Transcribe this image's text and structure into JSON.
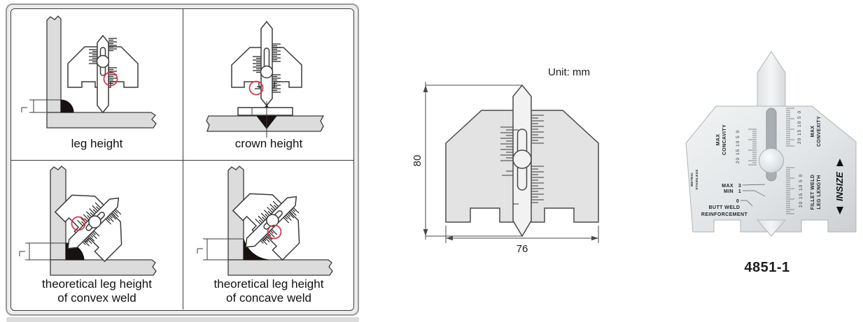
{
  "usage_panel": {
    "cells": [
      {
        "line1": "leg height",
        "line2": ""
      },
      {
        "line1": "crown height",
        "line2": ""
      },
      {
        "line1": "theoretical leg height",
        "line2": "of convex weld"
      },
      {
        "line1": "theoretical leg height",
        "line2": "of concave weld"
      }
    ]
  },
  "drawing": {
    "unit_label": "Unit: mm",
    "height_dim": "80",
    "width_dim": "76"
  },
  "product": {
    "model": "4851-1",
    "brand": "INSIZE",
    "scale_numbers": "20 15 10 5 0",
    "labels": {
      "max_concavity_1": "MAX",
      "max_concavity_2": "CONCAVITY",
      "max_convexity_1": "MAX",
      "max_convexity_2": "CONVEXITY",
      "fillet_1": "FILLET WELD",
      "fillet_2": "LEG LENGTH",
      "material_1": "METRIC",
      "material_2": "STAINLESS",
      "butt_1": "BUTT WELD",
      "butt_2": "REINFORCEMENT",
      "max_label": "MAX",
      "max_value": "3",
      "min_label": "MIN",
      "min_value": "1",
      "zero_value": "0"
    }
  },
  "colors": {
    "highlight_red": "#d23848",
    "panel_fill": "#ececec",
    "plate_gray": "#dcdcdc",
    "weld_black": "#17110f",
    "metal_light": "#eef0f1",
    "metal_dark": "#ccd0d3"
  }
}
